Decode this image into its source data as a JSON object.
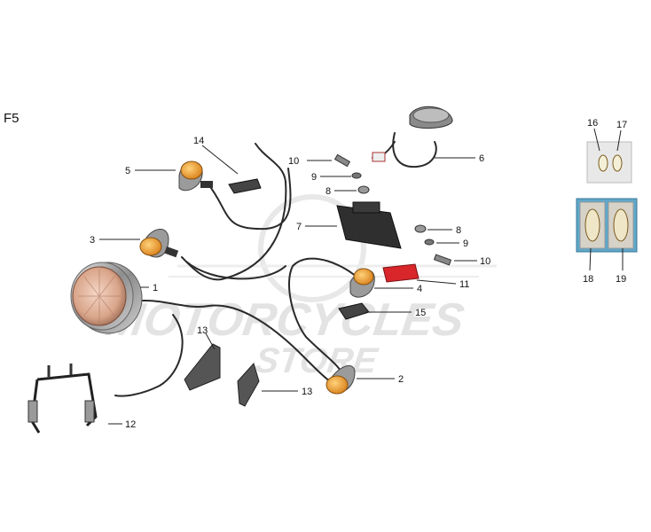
{
  "section_label": "F5",
  "watermark": {
    "line1": "MOTORCYCLES",
    "line2": "STORE"
  },
  "callouts": {
    "c1": "1",
    "c2": "2",
    "c3": "3",
    "c4": "4",
    "c5": "5",
    "c6": "6",
    "c7": "7",
    "c8a": "8",
    "c8b": "8",
    "c9a": "9",
    "c9b": "9",
    "c10a": "10",
    "c10b": "10",
    "c11": "11",
    "c12": "12",
    "c13a": "13",
    "c13b": "13",
    "c14": "14",
    "c15": "15",
    "c16": "16",
    "c17": "17",
    "c18": "18",
    "c19": "19"
  },
  "colors": {
    "amber": "#e08a1c",
    "chrome": "#9a9a9a",
    "red_lens": "#d8262a",
    "headlamp_glass": "#d9a58a"
  }
}
